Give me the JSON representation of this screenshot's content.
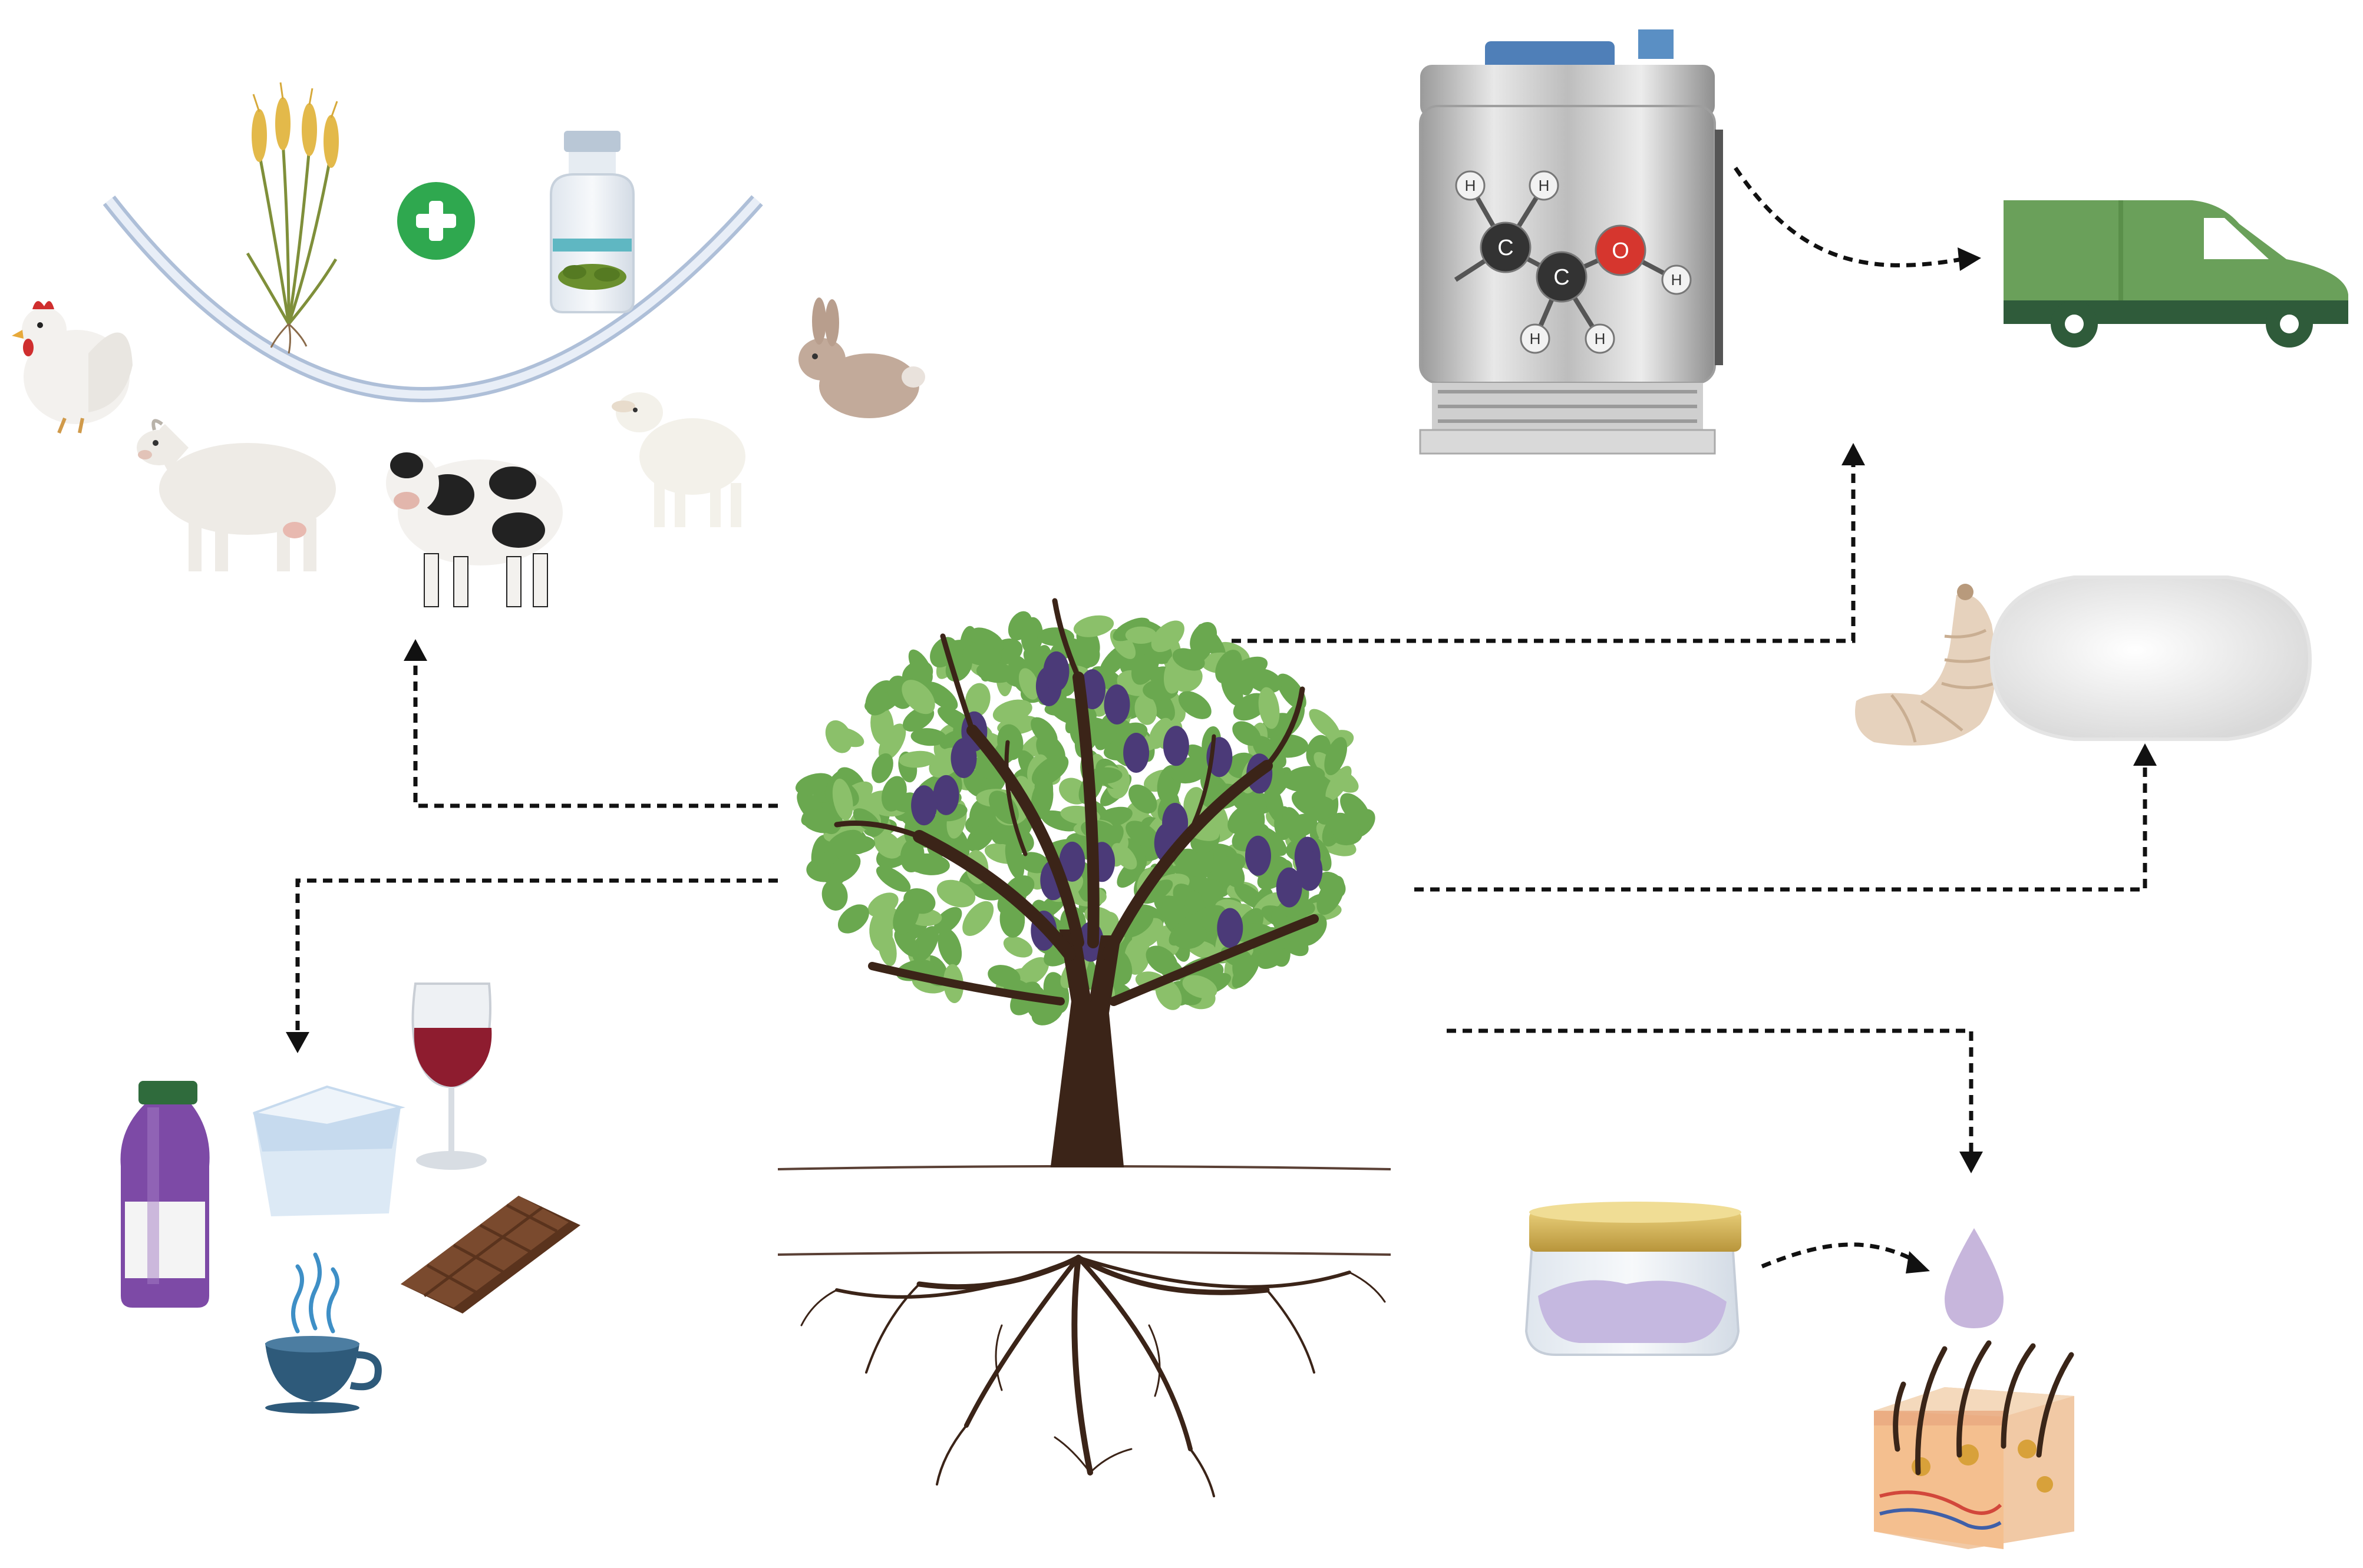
{
  "diagram": {
    "center": {
      "icon": "mulberry-tree-icon"
    },
    "branches": [
      {
        "id": "feed",
        "icons": [
          "chicken-icon",
          "goat-icon",
          "cow-icon",
          "lamb-icon",
          "rabbit-icon",
          "wheat-plant-icon",
          "plus-icon",
          "supplement-vial-icon",
          "feed-trough-arc"
        ]
      },
      {
        "id": "food",
        "icons": [
          "juice-bottle-icon",
          "yogurt-cup-icon",
          "wine-glass-icon",
          "chocolate-bar-icon",
          "hot-tea-cup-icon"
        ]
      },
      {
        "id": "bioethanol",
        "icons": [
          "fermentation-tank-icon",
          "ethanol-molecule-icon",
          "delivery-van-icon"
        ]
      },
      {
        "id": "sericulture",
        "icons": [
          "silkworm-icon",
          "silk-cocoon-icon"
        ]
      },
      {
        "id": "cosmetics",
        "icons": [
          "cream-jar-icon",
          "drop-icon",
          "skin-section-icon"
        ]
      }
    ],
    "molecule_atoms": [
      "H",
      "H",
      "C",
      "C",
      "O",
      "H",
      "H",
      "H"
    ],
    "colors": {
      "leaf": "#6aa84f",
      "fruit": "#4b3a78",
      "trunk": "#3b2418",
      "van": "#6aa05a",
      "van_dark": "#2f5b3a",
      "plus": "#2fa84f",
      "wine": "#8e1c2f",
      "juice": "#7d4aa6",
      "tea": "#2e5a7a",
      "chocolate": "#7a4a2e",
      "oxygen": "#d6362e",
      "carbon": "#333333",
      "arrow": "#111111"
    }
  }
}
